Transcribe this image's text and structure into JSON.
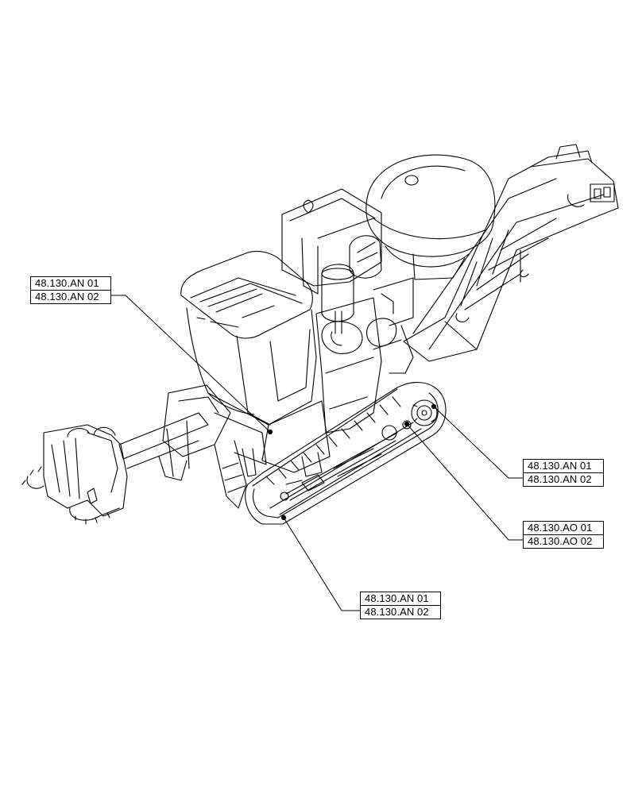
{
  "callouts": [
    {
      "codes": [
        "48.130.AN 01",
        "48.130.AN 02"
      ]
    },
    {
      "codes": [
        "48.130.AN 01",
        "48.130.AN 02"
      ]
    },
    {
      "codes": [
        "48.130.AO 01",
        "48.130.AO 02"
      ]
    },
    {
      "codes": [
        "48.130.AN 01",
        "48.130.AN 02"
      ]
    }
  ],
  "colors": {
    "line": "#000000",
    "background": "#ffffff"
  }
}
